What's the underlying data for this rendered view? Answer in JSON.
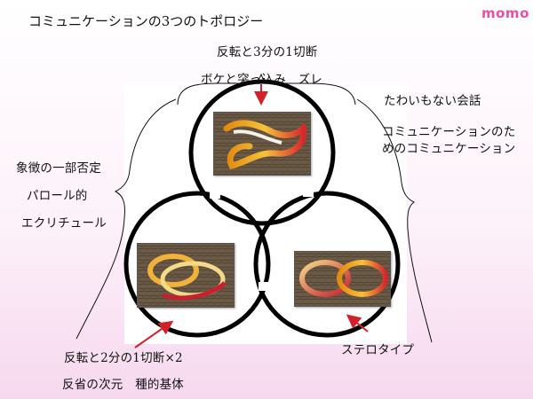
{
  "brand": "momo",
  "title": "コミュニケーションの3つのトポロジー",
  "top": {
    "line1": "反転と3分の1切断",
    "line2": "ボケと突っ込み　ズレ"
  },
  "right": {
    "line1": "たわいもない会話",
    "line2": "コミュニケーションのた",
    "line3": "めのコミュニケーション"
  },
  "left": {
    "line1": "象徴の一部否定",
    "line2": "パロール的",
    "line3": "エクリチュール"
  },
  "bottom_left": {
    "line1": "反転と2分の1切断×2",
    "line2": "反省の次元　種的基体"
  },
  "bottom_right": {
    "line1": "ステロタイプ"
  },
  "colors": {
    "brand": "#ea4fa7",
    "arrow": "#d4202a",
    "knot": "#000000",
    "background_bottom": "#f6d8ee"
  }
}
